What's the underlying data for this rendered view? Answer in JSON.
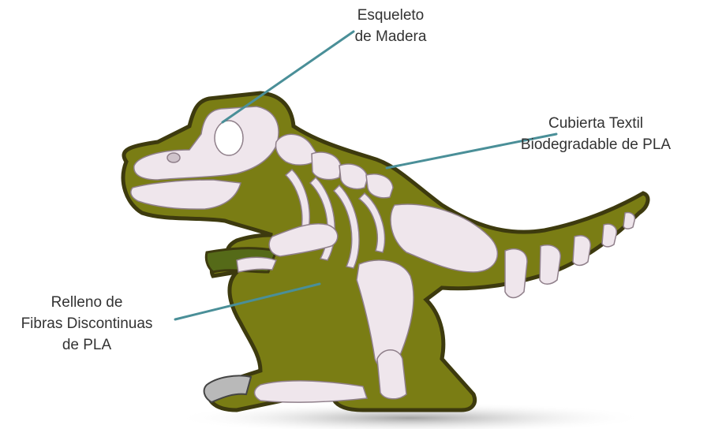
{
  "labels": {
    "skeleton": {
      "line1": "Esqueleto",
      "line2": "de Madera"
    },
    "cover": {
      "line1": "Cubierta Textil",
      "line2": "Biodegradable de PLA"
    },
    "fill": {
      "line1": "Relleno de",
      "line2": "Fibras Discontinuas",
      "line3": "de PLA"
    }
  },
  "colors": {
    "body": "#7a7d14",
    "outline": "#3d3a0e",
    "bone": "#efe6ec",
    "leader": "#4a8f98",
    "shadow": "#9a9a9a"
  }
}
